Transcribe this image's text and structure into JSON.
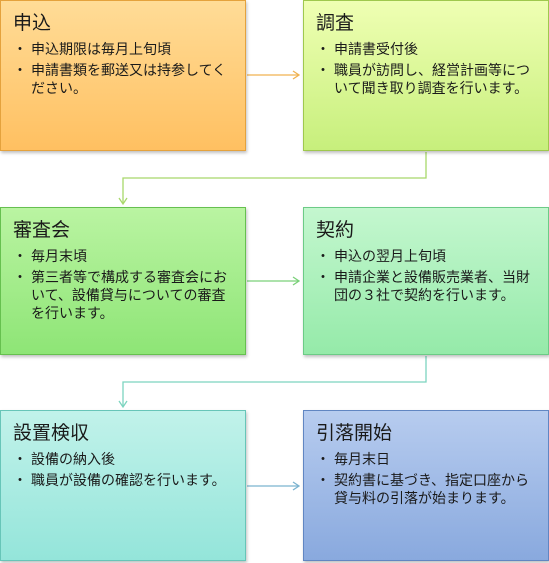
{
  "steps": [
    {
      "title": "申込",
      "items": [
        "申込期限は毎月上旬頃",
        "申請書類を郵送又は持参してください。"
      ]
    },
    {
      "title": "調査",
      "items": [
        "申請書受付後",
        "職員が訪問し、経営計画等について聞き取り調査を行います。"
      ]
    },
    {
      "title": "審査会",
      "items": [
        "毎月末頃",
        "第三者等で構成する審査会において、設備貸与についての審査を行います。"
      ]
    },
    {
      "title": "契約",
      "items": [
        "申込の翌月上旬頃",
        "申請企業と設備販売業者、当財団の３社で契約を行います。"
      ]
    },
    {
      "title": "設置検収",
      "items": [
        "設備の納入後",
        "職員が設備の確認を行います。"
      ]
    },
    {
      "title": "引落開始",
      "items": [
        "毎月末日",
        "契約書に基づき、指定口座から貸与料の引落が始まります。"
      ]
    }
  ],
  "colors": {
    "step1": "#ffc061",
    "step2": "#c7ef7c",
    "step3": "#8ee576",
    "step4": "#95eaa9",
    "step5": "#94e5da",
    "step6": "#89a9de"
  }
}
